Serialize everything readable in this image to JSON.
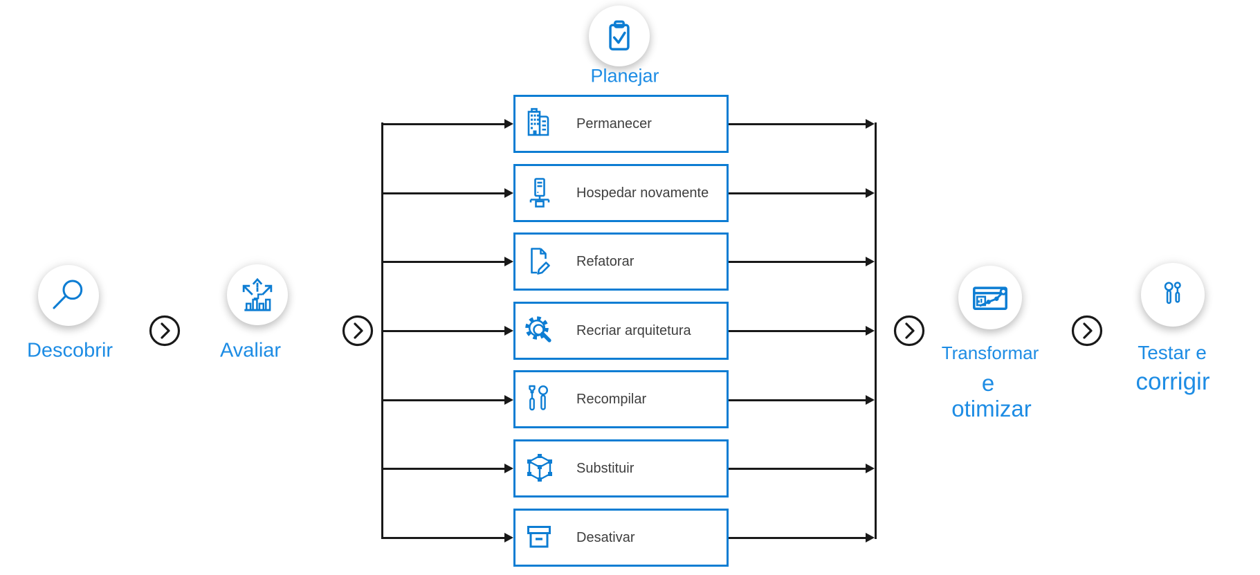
{
  "colors": {
    "primary_blue": "#0d7dd3",
    "label_blue": "#1d8ce4",
    "line_black": "#191919",
    "box_text": "#3e3e3e",
    "background": "#ffffff"
  },
  "stages": {
    "discover": {
      "label": "Descobrir",
      "icon": "magnifier-icon"
    },
    "assess": {
      "label": "Avaliar",
      "icon": "assess-arrows-chart-icon"
    },
    "plan": {
      "label": "Planejar",
      "icon": "clipboard-check-icon"
    },
    "transform": {
      "label_lines": [
        "Transformar",
        "e",
        "otimizar"
      ],
      "icon": "dashboard-trend-icon"
    },
    "test_fix": {
      "label_lines": [
        "Testar e",
        "corrigir"
      ],
      "icon": "wrench-screwdriver-icon"
    }
  },
  "plan_options": [
    {
      "label": "Permanecer",
      "icon": "buildings-icon"
    },
    {
      "label": "Hospedar novamente",
      "icon": "server-network-icon"
    },
    {
      "label": "Refatorar",
      "icon": "document-pencil-icon"
    },
    {
      "label": "Recriar arquitetura",
      "icon": "gear-magnifier-icon"
    },
    {
      "label": "Recompilar",
      "icon": "screwdriver-wrench-icon"
    },
    {
      "label": "Substituir",
      "icon": "wireframe-cube-icon"
    },
    {
      "label": "Desativar",
      "icon": "archive-box-icon"
    }
  ]
}
